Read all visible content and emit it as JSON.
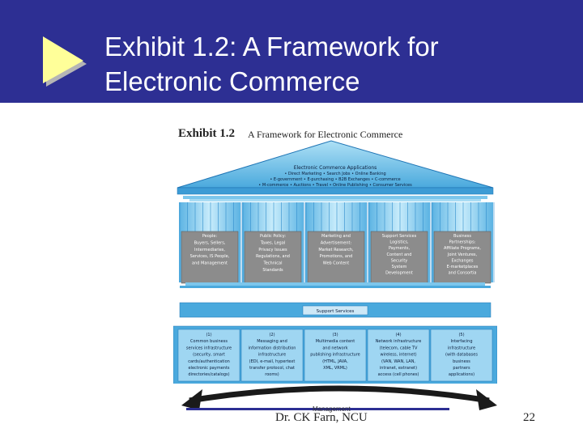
{
  "slide": {
    "title_line1": "Exhibit 1.2: A Framework for",
    "title_line2": "Electronic Commerce",
    "author": "Dr. CK Farn, NCU",
    "footer_overlap_text": "Management",
    "page_number": "22"
  },
  "figure": {
    "exhibit_number": "Exhibit 1.2",
    "exhibit_title": "A Framework for Electronic Commerce",
    "roof": {
      "heading": "Electronic Commerce Applications",
      "lines": [
        "• Direct Marketing • Search Jobs • Online Banking",
        "• E-government • E-purchasing • B2B Exchanges • C-commerce",
        "• M-commerce • Auctions • Travel • Online Publishing • Consumer Services"
      ]
    },
    "pillars": [
      {
        "lines": [
          "People:",
          "Buyers, Sellers,",
          "Intermediaries,",
          "Services, IS People,",
          "and Management"
        ]
      },
      {
        "lines": [
          "Public Policy:",
          "Taxes, Legal",
          "Privacy Issues",
          "Regulations, and",
          "Technical",
          "Standards"
        ]
      },
      {
        "lines": [
          "Marketing and",
          "Advertisement:",
          "Market Research,",
          "Promotions, and",
          "Web Content"
        ]
      },
      {
        "lines": [
          "Support Services",
          "Logistics,",
          "Payments,",
          "Content and",
          "Security",
          "System",
          "Development"
        ]
      },
      {
        "lines": [
          "Business",
          "Partnerships:",
          "Affiliate Programs,",
          "Joint Ventures,",
          "Exchanges",
          "E-marketplaces",
          "and Consortia"
        ]
      }
    ],
    "support_bar": "Support Services",
    "infrastructure": [
      {
        "lines": [
          "(1)",
          "Common business",
          "services infrastructure",
          "(security, smart",
          "cards/authentication",
          "electronic payments",
          "directories/catalogs)"
        ]
      },
      {
        "lines": [
          "(2)",
          "Messaging and",
          "information distribution",
          "infrastructure",
          "(EDI, e-mail, hypertext",
          "transfer protocol, chat",
          "rooms)"
        ]
      },
      {
        "lines": [
          "(3)",
          "Multimedia content",
          "and network",
          "publishing infrastructure",
          "(HTML, JAVA,",
          "XML, VRML)"
        ]
      },
      {
        "lines": [
          "(4)",
          "Network infrastructure",
          "(telecom, cable TV",
          "wireless, internet)",
          "(VAN, WAN, LAN,",
          "intranet, extranet)",
          "access (cell phones)"
        ]
      },
      {
        "lines": [
          "(5)",
          "Interfacing",
          "infrastructure",
          "(with databases",
          "business",
          "partners",
          "applications)"
        ]
      }
    ]
  }
}
